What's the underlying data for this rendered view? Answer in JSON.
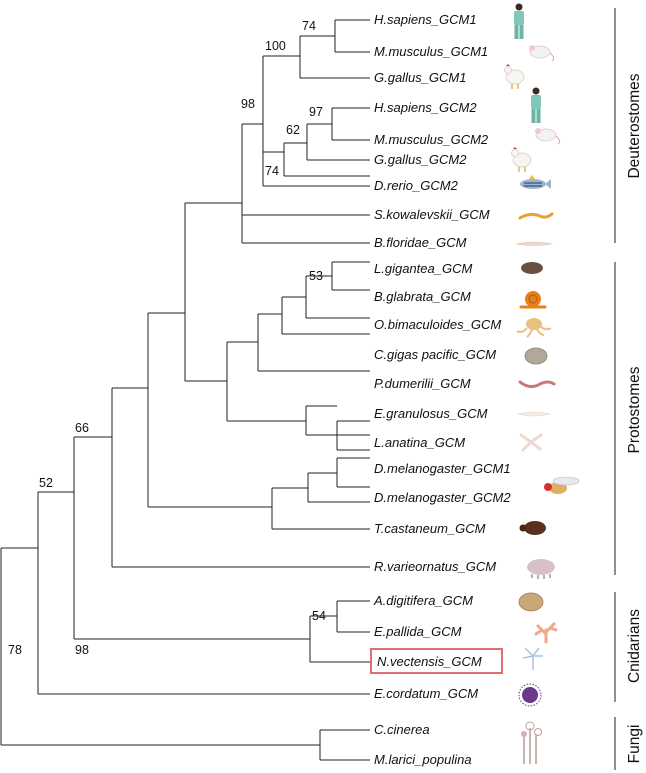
{
  "taxa": {
    "t1": "H.sapiens_GCM1",
    "t2": "M.musculus_GCM1",
    "t3": "G.gallus_GCM1",
    "t4": "H.sapiens_GCM2",
    "t5": "M.musculus_GCM2",
    "t6": "G.gallus_GCM2",
    "t7": "D.rerio_GCM2",
    "t8": "S.kowalevskii_GCM",
    "t9": "B.floridae_GCM",
    "t10": "L.gigantea_GCM",
    "t11": "B.glabrata_GCM",
    "t12": "O.bimaculoides_GCM",
    "t13": "C.gigas pacific_GCM",
    "t14": "P.dumerilii_GCM",
    "t15": "E.granulosus_GCM",
    "t16": "L.anatina_GCM",
    "t17": "D.melanogaster_GCM1",
    "t18": "D.melanogaster_GCM2",
    "t19": "T.castaneum_GCM",
    "t20": "R.varieornatus_GCM",
    "t21": "A.digitifera_GCM",
    "t22": "E.pallida_GCM",
    "t23": "N.vectensis_GCM",
    "t24": "E.cordatum_GCM",
    "t25": "C.cinerea",
    "t26": "M.larici_populina"
  },
  "bootstrap": {
    "b74a": "74",
    "b100": "100",
    "b98a": "98",
    "b97": "97",
    "b62": "62",
    "b74b": "74",
    "b53": "53",
    "b66": "66",
    "b52": "52",
    "b54": "54",
    "b98b": "98",
    "b78": "78"
  },
  "groups": {
    "deuterostomes": "Deuterostomes",
    "protostomes": "Protostomes",
    "cnidarians": "Cnidarians",
    "fungi": "Fungi"
  },
  "highlight": {
    "taxon": "N.vectensis_GCM",
    "color": "#e07070"
  },
  "icons": [
    "human",
    "mouse",
    "chicken",
    "human",
    "mouse",
    "chicken",
    "zebrafish",
    "acorn-worm",
    "lancelet",
    "limpet",
    "snail",
    "octopus",
    "oyster",
    "annelid",
    "tapeworm",
    "brachiopod",
    "fruit-fly",
    "beetle",
    "tardigrade",
    "coral",
    "anemone",
    "sea-anemone",
    "sea-urchin",
    "mushroom"
  ]
}
